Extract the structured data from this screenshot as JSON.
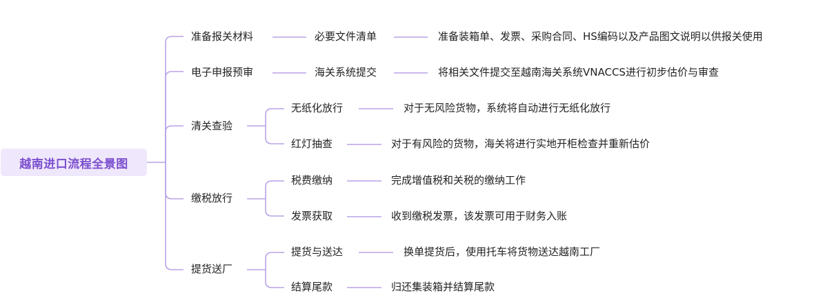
{
  "root": {
    "label": "越南进口流程全景图"
  },
  "branches": [
    {
      "label": "准备报关材料",
      "children": [
        {
          "label": "必要文件清单",
          "detail": "准备装箱单、发票、采购合同、HS编码以及产品图文说明以供报关使用"
        }
      ]
    },
    {
      "label": "电子申报预审",
      "children": [
        {
          "label": "海关系统提交",
          "detail": "将相关文件提交至越南海关系统VNACCS进行初步估价与审查"
        }
      ]
    },
    {
      "label": "清关查验",
      "children": [
        {
          "label": "无纸化放行",
          "detail": "对于无风险货物，系统将自动进行无纸化放行"
        },
        {
          "label": "红灯抽查",
          "detail": "对于有风险的货物，海关将进行实地开柜检查并重新估价"
        }
      ]
    },
    {
      "label": "缴税放行",
      "children": [
        {
          "label": "税费缴纳",
          "detail": "完成增值税和关税的缴纳工作"
        },
        {
          "label": "发票获取",
          "detail": "收到缴税发票，该发票可用于财务入账"
        }
      ]
    },
    {
      "label": "提货送厂",
      "children": [
        {
          "label": "提货与送达",
          "detail": "换单提货后，使用托车将货物送达越南工厂"
        },
        {
          "label": "结算尾款",
          "detail": "归还集装箱并结算尾款"
        }
      ]
    }
  ]
}
